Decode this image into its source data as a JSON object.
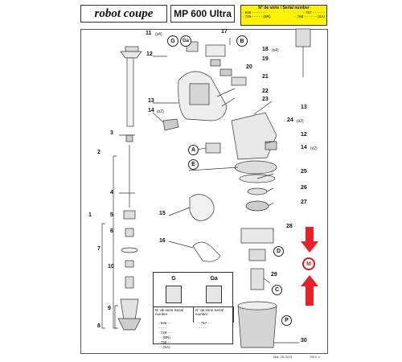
{
  "header": {
    "brand": "robot coupe",
    "model": "MP 600 Ultra",
    "serial_box": {
      "title": "N° de série / Serial number",
      "rows": [
        {
          "left": "- 646 - - - - - - -",
          "right": "- 757 - - - - - -"
        },
        {
          "left": "- 729 - - - - - (BR)",
          "right": "- 768 - - - - - - (SA)"
        }
      ]
    }
  },
  "parts": {
    "n1": "1",
    "n2": "2",
    "n3": "3",
    "n4": "4",
    "n5": "5",
    "n6": "6",
    "n7": "7",
    "n8": "8",
    "n9": "9",
    "n10": "10",
    "n11": "11",
    "n11s": "(x4)",
    "n12a": "12",
    "n12b": "12",
    "n13a": "13",
    "n13b": "13",
    "n14a": "14",
    "n14as": "(x2)",
    "n14b": "14",
    "n14bs": "(x2)",
    "n15": "15",
    "n16": "16",
    "n17": "17",
    "n18": "18",
    "n18s": "(x4)",
    "n19": "19",
    "n20": "20",
    "n21": "21",
    "n22": "22",
    "n23": "23",
    "n24": "24",
    "n24s": "(x2)",
    "n25": "25",
    "n26": "26",
    "n27": "27",
    "n28": "28",
    "n29": "29",
    "n30": "30"
  },
  "callouts": {
    "G": "G",
    "Ga": "Ga",
    "B": "B",
    "A": "A",
    "E": "E",
    "D": "D",
    "M": "M",
    "C": "C",
    "P": "P"
  },
  "subtable": {
    "col_g": "G",
    "col_ga": "Ga",
    "sn_left": "N° de série Serial number",
    "sn_right": "N° de série Serial number",
    "left_vals": [
      "- 646 - - - - - -",
      "- 729 - - - - (BR)",
      "- 768 - - - - (SA)"
    ],
    "right_vals": [
      "- 757 - - - - - -"
    ]
  },
  "footer": {
    "date": "Mai. 05-2019",
    "rev": "REV. c"
  },
  "colors": {
    "highlight": "#fff200",
    "arrow": "#e8202a",
    "callout_m": "#c81e1e"
  }
}
